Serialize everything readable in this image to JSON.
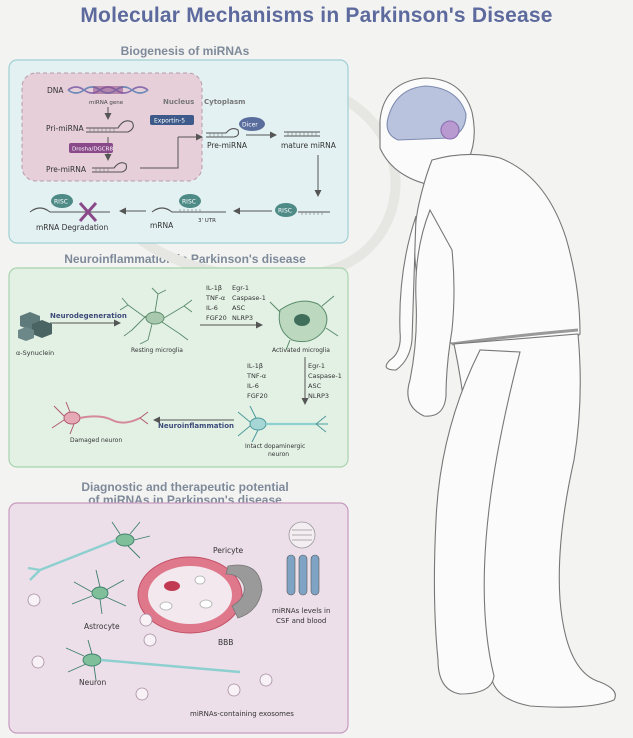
{
  "title": "Molecular Mechanisms in Parkinson's Disease",
  "sections": {
    "biogenesis": {
      "title": "Biogenesis of miRNAs",
      "labels": {
        "dna": "DNA",
        "mirna_gene": "miRNA gene",
        "nucleus": "Nucleus",
        "cytoplasm": "Cytoplasm",
        "pri_mirna": "Pri-miRNA",
        "drosha": "Drosha/DGCR8",
        "pre_mirna_nuc": "Pre-miRNA",
        "exportin": "Exportin-5",
        "dicer": "Dicer",
        "pre_mirna_cyto": "Pre-miRNA",
        "mature_mirna": "mature miRNA",
        "risc1": "RISC",
        "risc2": "RISC",
        "risc3": "RISC",
        "utr": "3' UTR",
        "mrna": "mRNA",
        "mrna_degradation": "mRNA Degradation"
      }
    },
    "neuroinflammation": {
      "title": "Neuroinflammation in Parkinson's disease",
      "labels": {
        "synuclein": "α-Synuclein",
        "neurodegeneration": "Neurodegeneration",
        "resting": "Resting microglia",
        "activated": "Activated microglia",
        "damaged": "Damaged neuron",
        "neuroinflammation": "Neuroinflammation",
        "intact": "Intact dopaminergic",
        "intact2": "neuron"
      },
      "markers_top_left": [
        "IL-1β",
        "TNF-α",
        "IL-6",
        "FGF20"
      ],
      "markers_top_right": [
        "Egr-1",
        "Caspase-1",
        "ASC",
        "NLRP3"
      ],
      "markers_bottom_left": [
        "IL-1β",
        "TNF-α",
        "IL-6",
        "FGF20"
      ],
      "markers_bottom_right": [
        "Egr-1",
        "Caspase-1",
        "ASC",
        "NLRP3"
      ]
    },
    "diagnostic": {
      "title_line1": "Diagnostic and therapeutic potential",
      "title_line2": "of miRNAs in Parkinson's disease",
      "labels": {
        "pericyte": "Pericyte",
        "astrocyte": "Astrocyte",
        "bbb": "BBB",
        "levels1": "miRNAs levels in",
        "levels2": "CSF and blood",
        "neuron": "Neuron",
        "exosomes": "miRNAs-containing exosomes"
      }
    }
  },
  "colors": {
    "title": "#5d6a9e",
    "panel1_bg": "#e4f1f2",
    "panel1_border": "#9fd0d3",
    "nucleus_bg": "#e6cfd9",
    "panel2_bg": "#e3f1e5",
    "panel2_border": "#a9d3ae",
    "panel3_bg": "#ecdfe9",
    "panel3_border": "#c79ac0",
    "risc": "#4e8a86",
    "drosha": "#8a4a8a",
    "exportin": "#3d5a8a",
    "dicer": "#5a6e9e",
    "tube": "#7fa3c4"
  }
}
